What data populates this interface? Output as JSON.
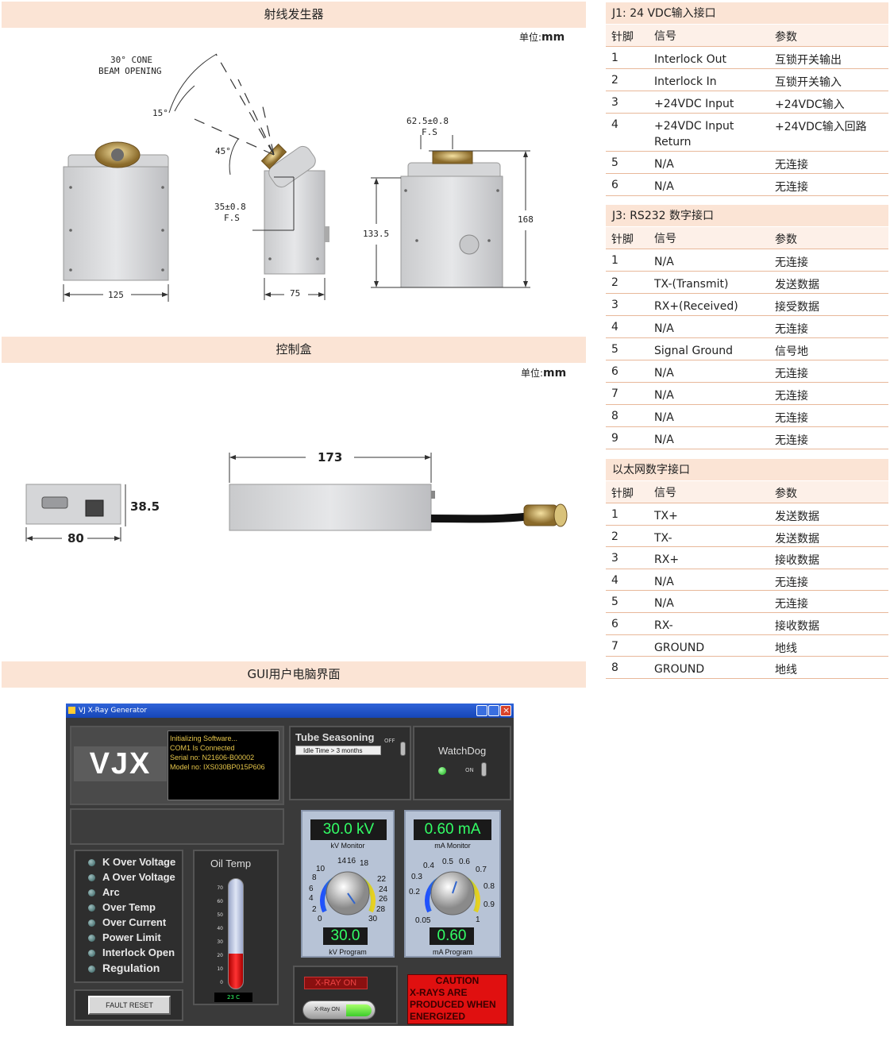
{
  "sections": {
    "generator": "射线发生器",
    "control_box": "控制盒",
    "gui": "GUI用户电脑界面"
  },
  "unit_prefix": "单位:",
  "unit_value": "mm",
  "generator_dims": {
    "cone_line1": "30° CONE",
    "cone_line2": "BEAM OPENING",
    "angle15": "15°",
    "angle45": "45°",
    "fs1_value": "35±0.8",
    "fs1_label": "F.S",
    "fs2_value": "62.5±0.8",
    "fs2_label": "F.S",
    "w125": "125",
    "w75": "75",
    "h133": "133.5",
    "h168": "168"
  },
  "box_dims": {
    "h38": "38.5",
    "w80": "80",
    "w173": "173"
  },
  "tables": [
    {
      "title": "J1: 24 VDC输入接口",
      "headers": [
        "针脚",
        "信号",
        "参数"
      ],
      "rows": [
        [
          "1",
          "Interlock Out",
          "互锁开关输出"
        ],
        [
          "2",
          "Interlock In",
          "互锁开关输入"
        ],
        [
          "3",
          "+24VDC Input",
          "+24VDC输入"
        ],
        [
          "4",
          "+24VDC Input Return",
          "+24VDC输入回路"
        ],
        [
          "5",
          "N/A",
          "无连接"
        ],
        [
          "6",
          "N/A",
          "无连接"
        ]
      ]
    },
    {
      "title": "J3: RS232 数字接口",
      "headers": [
        "针脚",
        "信号",
        "参数"
      ],
      "rows": [
        [
          "1",
          "N/A",
          "无连接"
        ],
        [
          "2",
          "TX-(Transmit)",
          "发送数据"
        ],
        [
          "3",
          "RX+(Received)",
          "接受数据"
        ],
        [
          "4",
          "N/A",
          "无连接"
        ],
        [
          "5",
          "Signal Ground",
          "信号地"
        ],
        [
          "6",
          "N/A",
          "无连接"
        ],
        [
          "7",
          "N/A",
          "无连接"
        ],
        [
          "8",
          "N/A",
          "无连接"
        ],
        [
          "9",
          "N/A",
          "无连接"
        ]
      ]
    },
    {
      "title": "以太网数字接口",
      "headers": [
        "针脚",
        "信号",
        "参数"
      ],
      "rows": [
        [
          "1",
          "TX+",
          "发送数据"
        ],
        [
          "2",
          "TX-",
          "发送数据"
        ],
        [
          "3",
          "RX+",
          "接收数据"
        ],
        [
          "4",
          "N/A",
          "无连接"
        ],
        [
          "5",
          "N/A",
          "无连接"
        ],
        [
          "6",
          "RX-",
          "接收数据"
        ],
        [
          "7",
          "GROUND",
          "地线"
        ],
        [
          "8",
          "GROUND",
          "地线"
        ]
      ]
    }
  ],
  "gui": {
    "window_title": "VJ X-Ray Generator",
    "logo": "VJX",
    "status_lines": [
      "Initializing Software...",
      "COM1 Is Connected",
      "Serial no: N21606-B00002",
      "Model no: IXS030BP015P606"
    ],
    "tube_seasoning": "Tube Seasoning",
    "idle_time": "Idle Time > 3 months",
    "off_label": "OFF",
    "watchdog": "WatchDog",
    "on_label": "ON",
    "alarms": [
      "K Over Voltage",
      "A Over Voltage",
      "Arc",
      "Over Temp",
      "Over Current",
      "Power Limit",
      "Interlock Open",
      "Regulation"
    ],
    "oil_temp": "Oil Temp",
    "oil_temp_value": "23 C",
    "oil_temp_level": 0.32,
    "oil_ticks": [
      "70",
      "60",
      "50",
      "40",
      "30",
      "20",
      "10",
      "0"
    ],
    "fault_reset": "FAULT RESET",
    "kv_monitor_value": "30.0 kV",
    "kv_monitor_label": "kV Monitor",
    "kv_program_value": "30.0",
    "kv_program_label": "kV Program",
    "kv_scale": [
      "0",
      "2",
      "4",
      "6",
      "8",
      "10",
      "14",
      "16",
      "18",
      "22",
      "24",
      "26",
      "28",
      "30"
    ],
    "ma_monitor_value": "0.60 mA",
    "ma_monitor_label": "mA Monitor",
    "ma_program_value": "0.60",
    "ma_program_label": "mA Program",
    "ma_scale": [
      "0.05",
      "0.2",
      "0.3",
      "0.4",
      "0.5",
      "0.6",
      "0.7",
      "0.8",
      "0.9",
      "1"
    ],
    "xray_on_indicator": "X-RAY ON",
    "xray_on_switch": "X-Ray ON",
    "caution": [
      "CAUTION",
      "X-RAYS ARE",
      "PRODUCED WHEN",
      "ENERGIZED"
    ],
    "colors": {
      "lcd_text": "#33ff66",
      "caution_bg": "#e01010",
      "caution_text": "#3a0000"
    }
  }
}
